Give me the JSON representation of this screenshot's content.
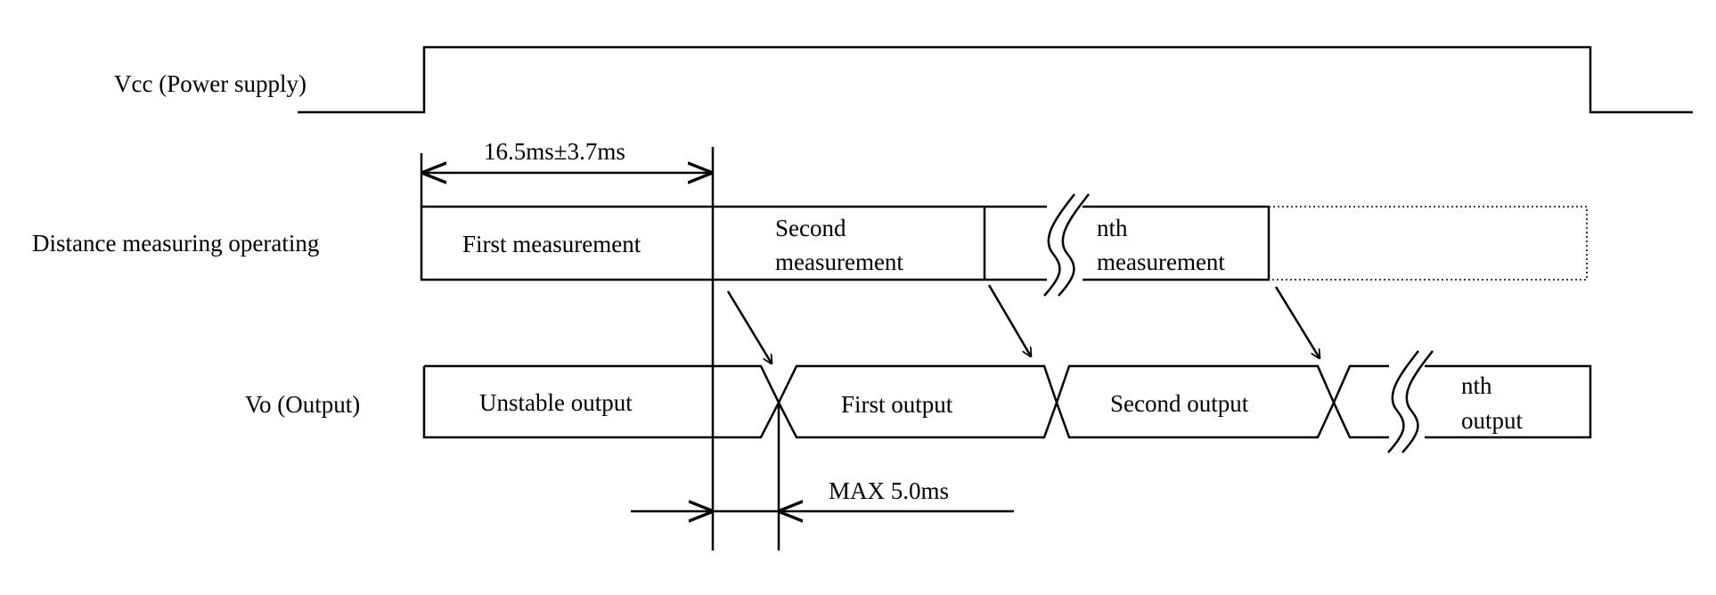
{
  "signals": {
    "vcc": "Vcc (Power supply)",
    "distance": "Distance measuring operating",
    "vo": "Vo (Output)"
  },
  "timing": {
    "first_period": "16.5ms±3.7ms",
    "output_delay": "MAX 5.0ms"
  },
  "measurements": {
    "first": "First measurement",
    "second_line1": "Second",
    "second_line2": "measurement",
    "nth_line1": "nth",
    "nth_line2": "measurement"
  },
  "outputs": {
    "unstable": "Unstable output",
    "first": "First output",
    "second": "Second output",
    "nth_line1": "nth",
    "nth_line2": "output"
  }
}
